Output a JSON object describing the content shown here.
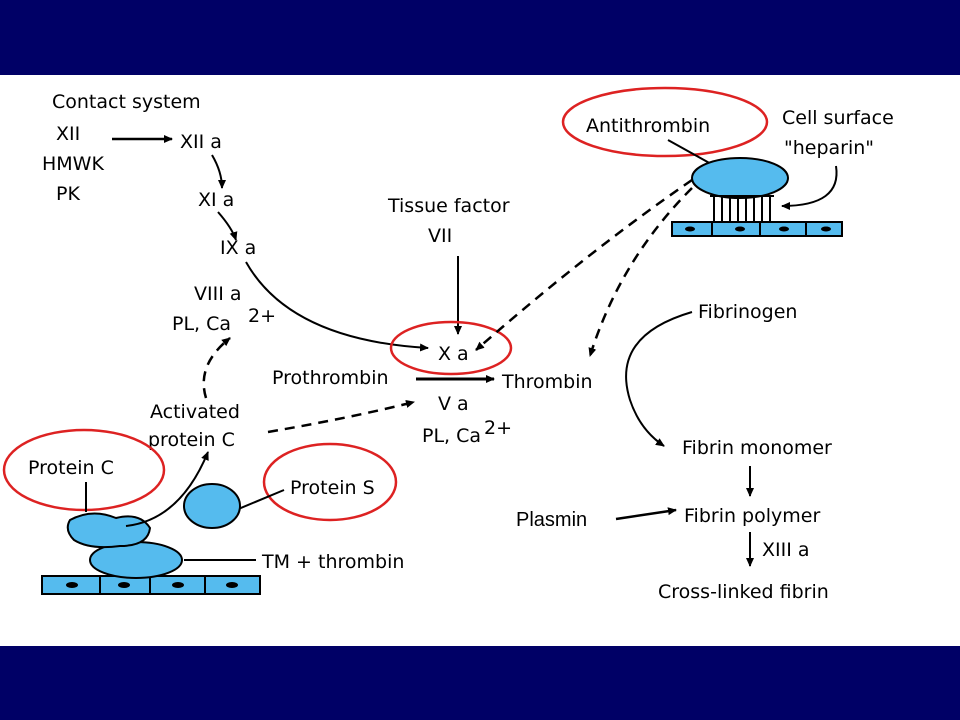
{
  "labels": {
    "contact_system": "Contact system",
    "xii": "XII",
    "hmwk": "HMWK",
    "pk": "PK",
    "xiia": "XII a",
    "xia": "XI a",
    "ixa": "IX a",
    "viiia": "VIII a",
    "pl_ca": "PL, Ca",
    "sup_2plus": "2+",
    "tissue_factor": "Tissue factor",
    "vii": "VII",
    "xa": "X a",
    "prothrombin": "Prothrombin",
    "thrombin": "Thrombin",
    "va": "V a",
    "pl_ca2": "PL, Ca",
    "activated": "Activated",
    "protein_c_line": "protein C",
    "protein_c": "Protein C",
    "protein_s": "Protein S",
    "tm_thrombin": "TM + thrombin",
    "antithrombin": "Antithrombin",
    "cell_surface": "Cell surface",
    "heparin": "\"heparin\"",
    "fibrinogen": "Fibrinogen",
    "fibrin_monomer": "Fibrin monomer",
    "fibrin_polymer": "Fibrin polymer",
    "xiiia": "XIII a",
    "cross_linked": "Cross-linked fibrin",
    "plasmin": "Plasmin"
  },
  "colors": {
    "band": "#000066",
    "highlight_ring": "#dd2222",
    "cell_fill": "#55bbee"
  }
}
